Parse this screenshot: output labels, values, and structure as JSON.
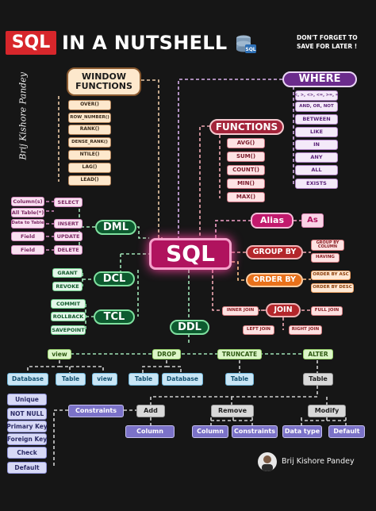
{
  "header": {
    "sql": "SQL",
    "title": "IN A NUTSHELL",
    "note_line1": "DON'T FORGET TO",
    "note_line2": "SAVE FOR LATER !",
    "db_icon_text": "SQL"
  },
  "author_side": "Brij Kishore Pandey",
  "author_footer": "Brij Kishore Pandey",
  "center": "SQL",
  "window_functions": {
    "title_line1": "WINDOW",
    "title_line2": "FUNCTIONS",
    "items": [
      "OVER()",
      "ROW_NUMBER()",
      "RANK()",
      "DENSE_RANK()",
      "NTILE()",
      "LAG()",
      "LEAD()"
    ]
  },
  "where": {
    "title": "WHERE",
    "items": [
      "<, >, <>, <=, >=, =",
      "AND, OR, NOT",
      "BETWEEN",
      "LIKE",
      "IN",
      "ANY",
      "ALL",
      "EXISTS"
    ]
  },
  "functions": {
    "title": "FUNCTIONS",
    "items": [
      "AVG()",
      "SUM()",
      "COUNT()",
      "MIN()",
      "MAX()"
    ]
  },
  "alias": {
    "title": "Alias",
    "item": "As"
  },
  "group_by": {
    "title": "GROUP BY",
    "items": [
      "GROUP BY COLUMN",
      "HAVING"
    ]
  },
  "order_by": {
    "title": "ORDER BY",
    "items": [
      "ORDER BY ASC",
      "ORDER BY DESC"
    ]
  },
  "join": {
    "title": "JOIN",
    "items": [
      "INNER JOIN",
      "FULL JOIN",
      "LEFT JOIN",
      "RIGHT JOIN"
    ]
  },
  "dml": {
    "title": "DML",
    "targets": [
      "Column(s)",
      "All Table(*)",
      "Data to Table",
      "Field",
      "Field"
    ],
    "commands": [
      "SELECT",
      "INSERT",
      "UPDATE",
      "DELETE"
    ]
  },
  "dcl": {
    "title": "DCL",
    "items": [
      "GRANT",
      "REVOKE"
    ]
  },
  "tcl": {
    "title": "TCL",
    "items": [
      "COMMIT",
      "ROLLBACK",
      "SAVEPOINT"
    ]
  },
  "ddl": {
    "title": "DDL",
    "commands": [
      "view",
      "DROP",
      "TRUNCATE",
      "ALTER"
    ],
    "objects": [
      "Database",
      "Table",
      "view",
      "Table",
      "Database",
      "Table",
      "Table"
    ],
    "alter_ops": [
      "Add",
      "Remove",
      "Modify"
    ],
    "constraints_label": "Constraints",
    "constraints": [
      "Unique",
      "NOT NULL",
      "Primary Key",
      "Foreign Key",
      "Check",
      "Default"
    ],
    "add_items": [
      "Column"
    ],
    "remove_items": [
      "Column",
      "Constraints"
    ],
    "modify_items": [
      "Data type",
      "Default"
    ]
  },
  "colors": {
    "background": "#161616",
    "sql_center": "#b0135e",
    "header_badge": "#d7262b"
  }
}
